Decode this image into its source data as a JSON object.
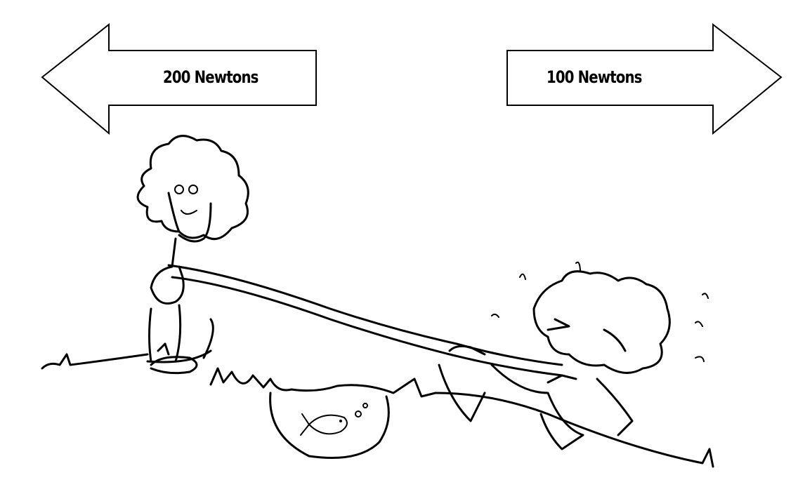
{
  "arrows": {
    "left": {
      "label": "200 Newtons",
      "direction": "left"
    },
    "right": {
      "label": "100 Newtons",
      "direction": "right"
    }
  },
  "illustration": {
    "subject": "tug-of-war-cartoon"
  }
}
